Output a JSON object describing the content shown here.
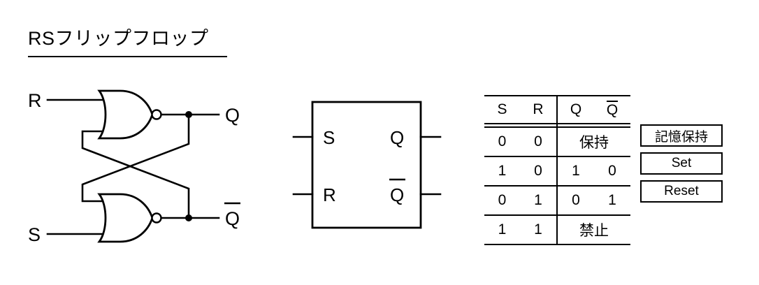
{
  "title": "RSフリップフロップ",
  "circuit": {
    "inputs": [
      {
        "name": "r-input",
        "label": "R"
      },
      {
        "name": "s-input",
        "label": "S"
      }
    ],
    "outputs": [
      {
        "name": "q-output",
        "label": "Q"
      },
      {
        "name": "qbar-output",
        "label": "Q",
        "overline": true
      }
    ],
    "gate_type": "NOR"
  },
  "block": {
    "inputs": [
      {
        "name": "block-s-input",
        "label": "S"
      },
      {
        "name": "block-r-input",
        "label": "R"
      }
    ],
    "outputs": [
      {
        "name": "block-q-output",
        "label": "Q"
      },
      {
        "name": "block-qbar-output",
        "label": "Q",
        "overline": true
      }
    ]
  },
  "table": {
    "headers": {
      "s": "S",
      "r": "R",
      "q": "Q",
      "qbar": "Q"
    },
    "rows": [
      {
        "s": "0",
        "r": "0",
        "note": "保持",
        "q": "",
        "qbar": ""
      },
      {
        "s": "1",
        "r": "0",
        "note": "",
        "q": "1",
        "qbar": "0"
      },
      {
        "s": "0",
        "r": "1",
        "note": "",
        "q": "0",
        "qbar": "1"
      },
      {
        "s": "1",
        "r": "1",
        "note": "禁止",
        "q": "",
        "qbar": ""
      }
    ]
  },
  "annotations": [
    {
      "name": "annotation-memory-hold",
      "label": "記憶保持"
    },
    {
      "name": "annotation-set",
      "label": "Set"
    },
    {
      "name": "annotation-reset",
      "label": "Reset"
    }
  ],
  "colors": {
    "ink": "#000000",
    "background": "#ffffff"
  }
}
